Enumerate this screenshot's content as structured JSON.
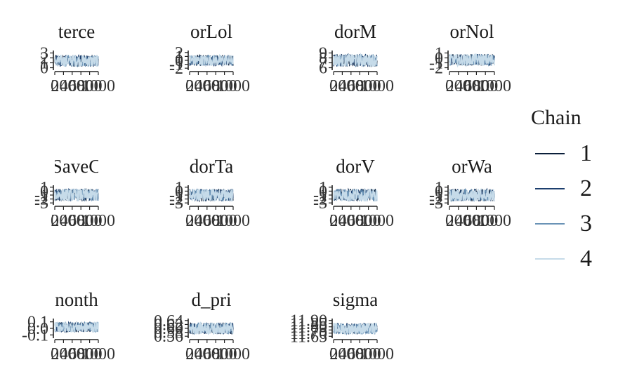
{
  "chart_data": {
    "type": "line",
    "title": "",
    "xlabel": "",
    "ylabel": "",
    "legend": {
      "title": "Chain",
      "position": "right",
      "entries": [
        "1",
        "2",
        "3",
        "4"
      ]
    },
    "series_colors": [
      "#0b1f3a",
      "#1d3f6e",
      "#6a93b6",
      "#c6dbe9"
    ],
    "facets": [
      {
        "title": "terce",
        "x_ticks": [
          "0",
          "200",
          "400",
          "600",
          "800",
          "1000"
        ],
        "y_ticks": [
          "0",
          "1",
          "2",
          "3"
        ],
        "ylim": [
          -0.5,
          3.5
        ],
        "y_center": 1.4,
        "y_spread": 1.2
      },
      {
        "title": "orLol",
        "x_ticks": [
          "0",
          "200",
          "400",
          "600",
          "800",
          "1000"
        ],
        "y_ticks": [
          "-2",
          "-1",
          "0",
          "1",
          "2"
        ],
        "ylim": [
          -2.5,
          2.5
        ],
        "y_center": 0,
        "y_spread": 1.4
      },
      {
        "title": "dorM",
        "x_ticks": [
          "0",
          "200",
          "400",
          "600",
          "800",
          "1000"
        ],
        "y_ticks": [
          "6",
          "7",
          "8",
          "9"
        ],
        "ylim": [
          5.5,
          9.5
        ],
        "y_center": 7.5,
        "y_spread": 1.3
      },
      {
        "title": "orNol",
        "x_ticks": [
          "0",
          "200",
          "400",
          "600",
          "800",
          "1000"
        ],
        "y_ticks": [
          "-2",
          "-1",
          "0",
          "1"
        ],
        "ylim": [
          -2.5,
          1.5
        ],
        "y_center": -0.4,
        "y_spread": 1.2
      },
      {
        "title": "SaveC",
        "x_ticks": [
          "0",
          "200",
          "400",
          "600",
          "800",
          "1000"
        ],
        "y_ticks": [
          "-3",
          "-2",
          "-1",
          "0",
          "1"
        ],
        "ylim": [
          -3.5,
          1.5
        ],
        "y_center": -1,
        "y_spread": 1.6
      },
      {
        "title": "dorTa",
        "x_ticks": [
          "0",
          "200",
          "400",
          "600",
          "800",
          "1000"
        ],
        "y_ticks": [
          "-3",
          "-2",
          "-1",
          "0",
          "1"
        ],
        "ylim": [
          -3.5,
          1.5
        ],
        "y_center": -1,
        "y_spread": 1.6
      },
      {
        "title": "dorV",
        "x_ticks": [
          "0",
          "200",
          "400",
          "600",
          "800",
          "1000"
        ],
        "y_ticks": [
          "-3",
          "-2",
          "-1",
          "0",
          "1"
        ],
        "ylim": [
          -3.5,
          1.5
        ],
        "y_center": -1,
        "y_spread": 1.6
      },
      {
        "title": "orWa",
        "x_ticks": [
          "0",
          "200",
          "400",
          "600",
          "800",
          "1000"
        ],
        "y_ticks": [
          "-3",
          "-2",
          "-1",
          "0",
          "1"
        ],
        "ylim": [
          -3.5,
          1.5
        ],
        "y_center": -1,
        "y_spread": 1.6
      },
      {
        "title": "nonth",
        "x_ticks": [
          "0",
          "200",
          "400",
          "600",
          "800",
          "1000"
        ],
        "y_ticks": [
          "-0.1",
          "0.0",
          "0.1"
        ],
        "ylim": [
          -0.15,
          0.15
        ],
        "y_center": 0.02,
        "y_spread": 0.08
      },
      {
        "title": "d_pri",
        "x_ticks": [
          "0",
          "200",
          "400",
          "600",
          "800",
          "1000"
        ],
        "y_ticks": [
          "0.56",
          "0.58",
          "0.60",
          "0.62",
          "0.64"
        ],
        "ylim": [
          0.55,
          0.65
        ],
        "y_center": 0.6,
        "y_spread": 0.03
      },
      {
        "title": "sigma",
        "x_ticks": [
          "0",
          "200",
          "400",
          "600",
          "800",
          "1000"
        ],
        "y_ticks": [
          "11.65",
          "11.70",
          "11.75",
          "11.80",
          "11.85",
          "11.90"
        ],
        "ylim": [
          11.62,
          11.93
        ],
        "y_center": 11.77,
        "y_spread": 0.09
      }
    ]
  }
}
